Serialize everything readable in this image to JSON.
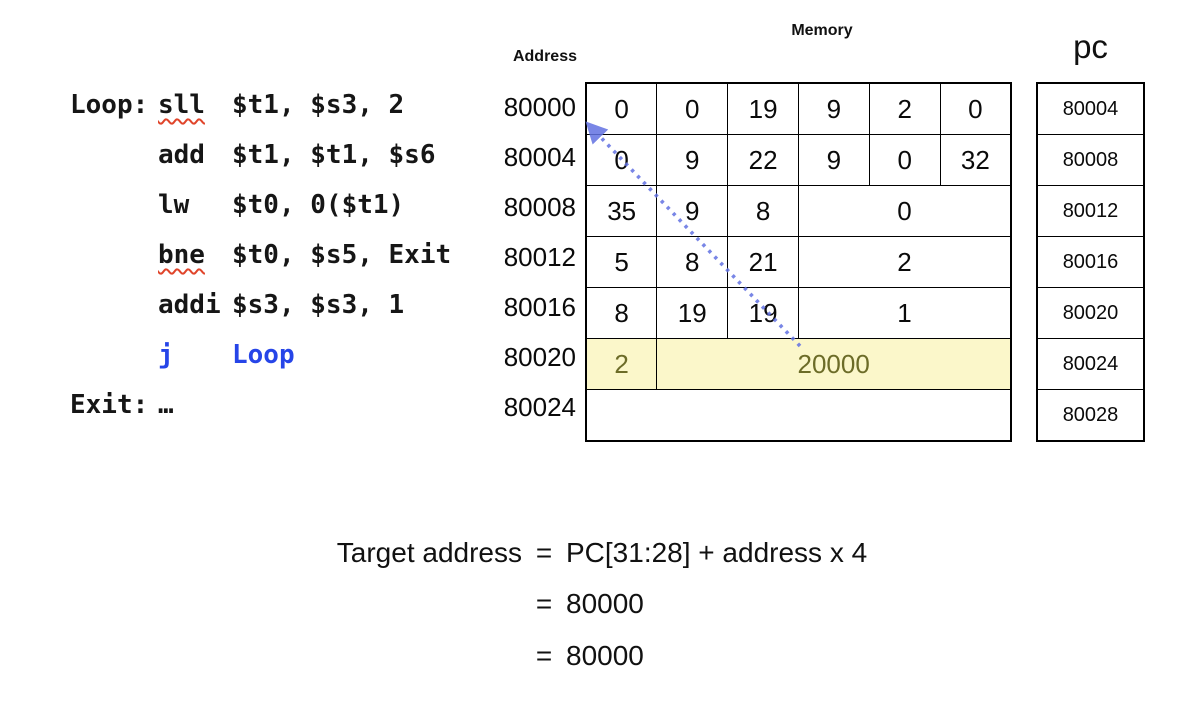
{
  "code": {
    "lines": [
      {
        "label": "Loop:",
        "mnemonic": "sll",
        "operands": "$t1, $s3, 2"
      },
      {
        "label": "",
        "mnemonic": "add",
        "operands": "$t1, $t1, $s6"
      },
      {
        "label": "",
        "mnemonic": "lw",
        "operands": "$t0, 0($t1)"
      },
      {
        "label": "",
        "mnemonic": "bne",
        "operands": "$t0, $s5, Exit"
      },
      {
        "label": "",
        "mnemonic": "addi",
        "operands": "$s3, $s3, 1"
      },
      {
        "label": "",
        "mnemonic": "j",
        "operands": "Loop"
      },
      {
        "label": "Exit:",
        "mnemonic": "…",
        "operands": ""
      }
    ]
  },
  "memory": {
    "title": "Memory",
    "address_label": "Address",
    "addresses": [
      "80000",
      "80004",
      "80008",
      "80012",
      "80016",
      "80020",
      "80024"
    ],
    "rows": [
      {
        "cells": [
          "0",
          "0",
          "19",
          "9",
          "2",
          "0"
        ]
      },
      {
        "cells": [
          "0",
          "9",
          "22",
          "9",
          "0",
          "32"
        ]
      },
      {
        "cells": [
          "35",
          "9",
          "8",
          "0"
        ]
      },
      {
        "cells": [
          "5",
          "8",
          "21",
          "2"
        ]
      },
      {
        "cells": [
          "8",
          "19",
          "19",
          "1"
        ]
      },
      {
        "cells": [
          "2",
          "20000"
        ],
        "highlight": true
      },
      {
        "cells": [
          ""
        ]
      }
    ]
  },
  "pc": {
    "title": "pc",
    "values": [
      "80004",
      "80008",
      "80012",
      "80016",
      "80020",
      "80024",
      "80028"
    ]
  },
  "formula": {
    "eq": "=",
    "line1": {
      "lhs": "Target address",
      "rhs": "PC[31:28] + address x 4"
    },
    "line2": {
      "rhs": "80000"
    },
    "line3": {
      "rhs": "80000"
    }
  },
  "colors": {
    "highlight_bg": "#fbf7ca",
    "highlight_text": "#6c6c28",
    "jump_blue": "#2645e8",
    "arrow_blue": "#6272e2",
    "squiggle_red": "#e0452b"
  }
}
